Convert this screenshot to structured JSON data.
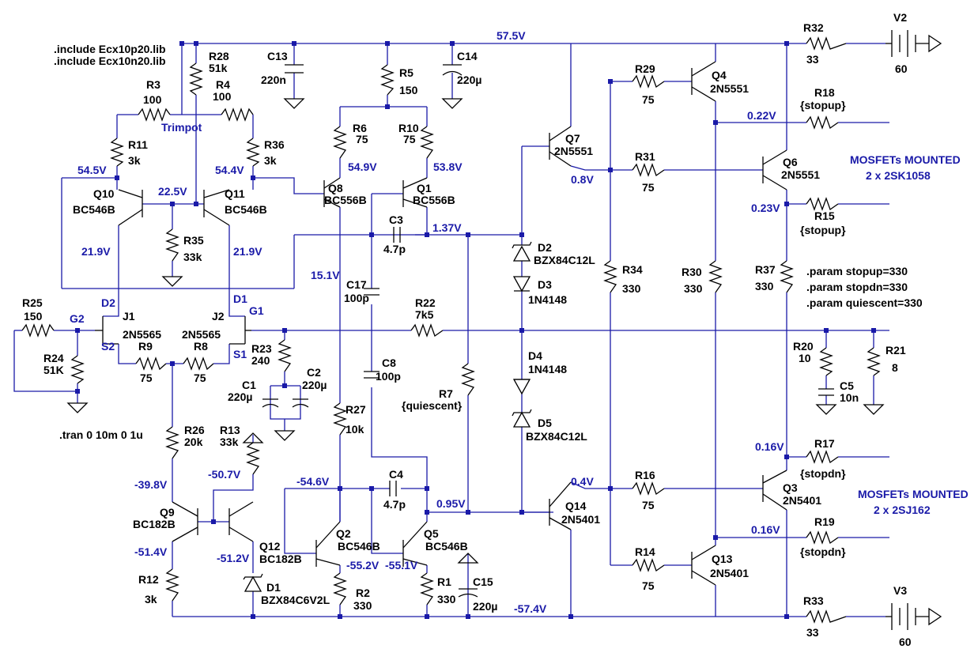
{
  "directives": [
    ".include Ecx10p20.lib",
    ".include Ecx10n20.lib",
    ".tran 0 10m 0 1u",
    ".param stopup=330",
    ".param stopdn=330",
    ".param quiescent=330"
  ],
  "notes": [
    "MOSFETs MOUNTED",
    "2 x 2SK1058",
    "MOSFETs MOUNTED",
    "2 x 2SJ162"
  ],
  "components": [
    {
      "ref": "R3",
      "val": "100"
    },
    {
      "ref": "R4",
      "val": "100"
    },
    {
      "ref": "R28",
      "val": "51k"
    },
    {
      "ref": "R11",
      "val": "3k"
    },
    {
      "ref": "R36",
      "val": "3k"
    },
    {
      "ref": "R35",
      "val": "33k"
    },
    {
      "ref": "R5",
      "val": "150"
    },
    {
      "ref": "R6",
      "val": "75"
    },
    {
      "ref": "R10",
      "val": "75"
    },
    {
      "ref": "R25",
      "val": "150"
    },
    {
      "ref": "R24",
      "val": "51K"
    },
    {
      "ref": "R9",
      "val": "75"
    },
    {
      "ref": "R8",
      "val": "75"
    },
    {
      "ref": "R23",
      "val": "240"
    },
    {
      "ref": "R22",
      "val": "7k5"
    },
    {
      "ref": "R7",
      "val": "{quiescent}"
    },
    {
      "ref": "R27",
      "val": "10k"
    },
    {
      "ref": "R26",
      "val": "20k"
    },
    {
      "ref": "R13",
      "val": "33k"
    },
    {
      "ref": "R12",
      "val": "3k"
    },
    {
      "ref": "R2",
      "val": "330"
    },
    {
      "ref": "R1",
      "val": "330"
    },
    {
      "ref": "R29",
      "val": "75"
    },
    {
      "ref": "R31",
      "val": "75"
    },
    {
      "ref": "R34",
      "val": "330"
    },
    {
      "ref": "R30",
      "val": "330"
    },
    {
      "ref": "R37",
      "val": "330"
    },
    {
      "ref": "R16",
      "val": "75"
    },
    {
      "ref": "R14",
      "val": "75"
    },
    {
      "ref": "R32",
      "val": "33"
    },
    {
      "ref": "R33",
      "val": "33"
    },
    {
      "ref": "R18",
      "val": "{stopup}"
    },
    {
      "ref": "R15",
      "val": "{stopup}"
    },
    {
      "ref": "R17",
      "val": "{stopdn}"
    },
    {
      "ref": "R19",
      "val": "{stopdn}"
    },
    {
      "ref": "R20",
      "val": "10"
    },
    {
      "ref": "R21",
      "val": "8"
    },
    {
      "ref": "C13",
      "val": "220n"
    },
    {
      "ref": "C14",
      "val": "220µ"
    },
    {
      "ref": "C3",
      "val": "4.7p"
    },
    {
      "ref": "C17",
      "val": "100p"
    },
    {
      "ref": "C8",
      "val": "100p"
    },
    {
      "ref": "C1",
      "val": "220µ"
    },
    {
      "ref": "C2",
      "val": "220µ"
    },
    {
      "ref": "C4",
      "val": "4.7p"
    },
    {
      "ref": "C15",
      "val": "220µ"
    },
    {
      "ref": "C5",
      "val": "10n"
    },
    {
      "ref": "Q10",
      "val": "BC546B"
    },
    {
      "ref": "Q11",
      "val": "BC546B"
    },
    {
      "ref": "Q8",
      "val": "BC556B"
    },
    {
      "ref": "Q1",
      "val": "BC556B"
    },
    {
      "ref": "Q7",
      "val": "2N5551"
    },
    {
      "ref": "Q4",
      "val": "2N5551"
    },
    {
      "ref": "Q6",
      "val": "2N5551"
    },
    {
      "ref": "Q9",
      "val": "BC182B"
    },
    {
      "ref": "Q12",
      "val": "BC182B"
    },
    {
      "ref": "Q2",
      "val": "BC546B"
    },
    {
      "ref": "Q5",
      "val": "BC546B"
    },
    {
      "ref": "Q14",
      "val": "2N5401"
    },
    {
      "ref": "Q3",
      "val": "2N5401"
    },
    {
      "ref": "Q13",
      "val": "2N5401"
    },
    {
      "ref": "D2",
      "val": "BZX84C12L"
    },
    {
      "ref": "D3",
      "val": "1N4148"
    },
    {
      "ref": "D4",
      "val": "1N4148"
    },
    {
      "ref": "D5",
      "val": "BZX84C12L"
    },
    {
      "ref": "D1",
      "val": "BZX84C6V2L"
    },
    {
      "ref": "J1",
      "val": "2N5565"
    },
    {
      "ref": "J2",
      "val": "2N5565"
    },
    {
      "ref": "V2",
      "val": "60"
    },
    {
      "ref": "V3",
      "val": "60"
    }
  ],
  "pins": [
    "Trimpot",
    "D2",
    "G2",
    "S2",
    "D1",
    "G1",
    "S1"
  ],
  "voltages": [
    "57.5V",
    "54.5V",
    "22.5V",
    "54.4V",
    "54.9V",
    "53.8V",
    "21.9V",
    "21.9V",
    "1.37V",
    "15.1V",
    "0.8V",
    "0.22V",
    "0.23V",
    "-39.8V",
    "-50.7V",
    "-51.4V",
    "-51.2V",
    "-54.6V",
    "-55.2V",
    "-55.1V",
    "0.95V",
    "0.4V",
    "0.16V",
    "0.16V",
    "-57.4V"
  ]
}
